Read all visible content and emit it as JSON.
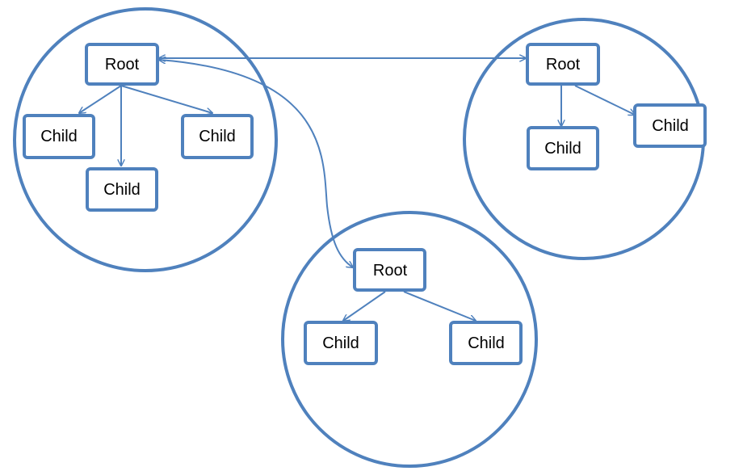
{
  "colors": {
    "stroke": "#4f81bd",
    "text": "#000000",
    "background": "#ffffff"
  },
  "nodes": {
    "t1_root": "Root",
    "t1_child_left": "Child",
    "t1_child_middle": "Child",
    "t1_child_right": "Child",
    "t2_root": "Root",
    "t2_child_lower": "Child",
    "t2_child_right": "Child",
    "t3_root": "Root",
    "t3_child_left": "Child",
    "t3_child_right": "Child"
  }
}
